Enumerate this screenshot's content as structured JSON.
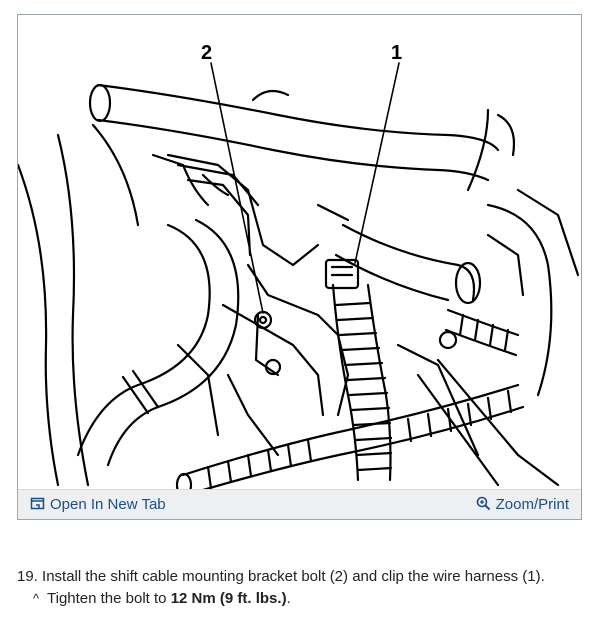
{
  "figure": {
    "callout_1": "1",
    "callout_2": "2"
  },
  "toolbar": {
    "open_tab_label": "Open In New Tab",
    "zoom_print_label": "Zoom/Print",
    "icons": {
      "open_tab": "open-new-tab-icon",
      "zoom": "magnifier-icon"
    },
    "link_color": "#1c4e86"
  },
  "steps": {
    "step_number": "19.",
    "step_text": "Install the shift cable mounting bracket bolt (2) and clip the wire harness (1).",
    "sub_marker": "^",
    "sub_prefix": "Tighten the bolt to ",
    "sub_torque": "12 Nm (9 ft. lbs.)",
    "sub_suffix": "."
  }
}
